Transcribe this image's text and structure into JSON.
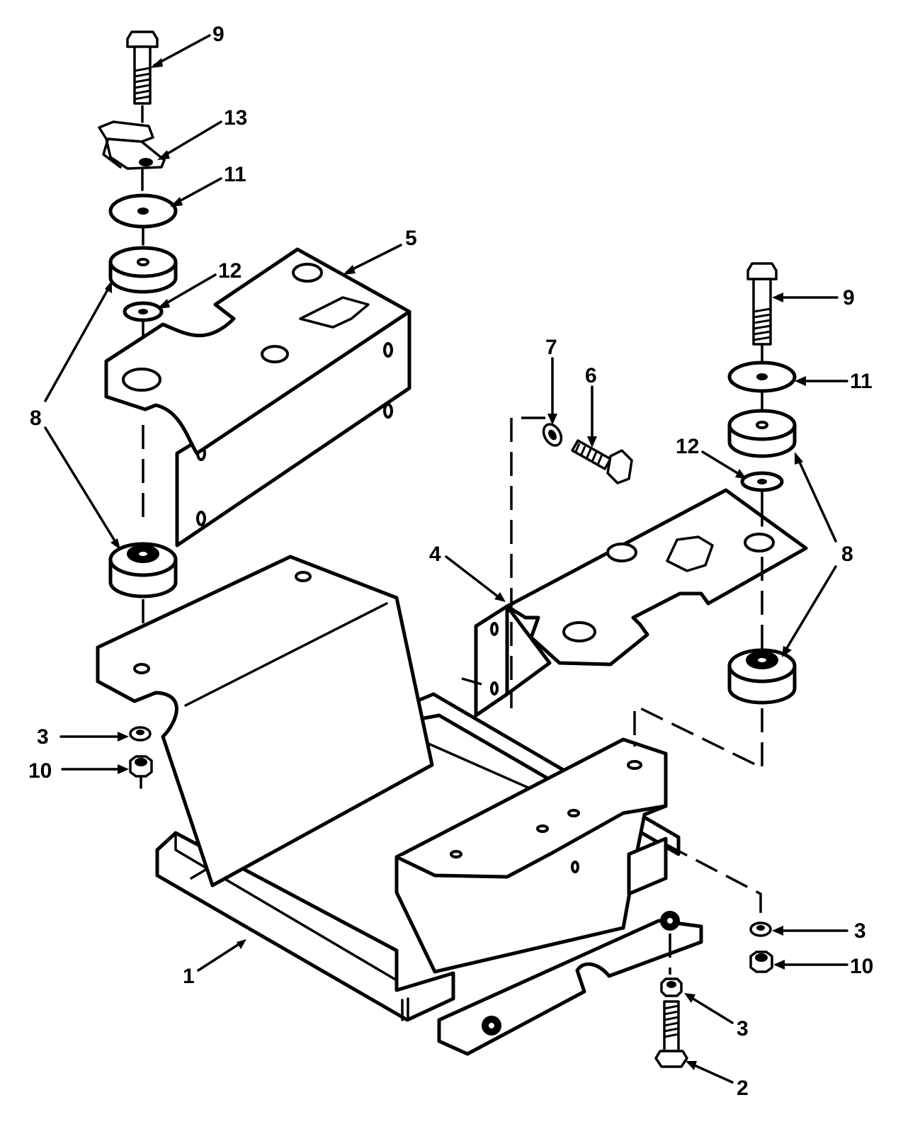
{
  "callouts": {
    "c1": "1",
    "c2": "2",
    "c3a": "3",
    "c3b": "3",
    "c3c": "3",
    "c4": "4",
    "c5": "5",
    "c6": "6",
    "c7": "7",
    "c8a": "8",
    "c8b": "8",
    "c9a": "9",
    "c9b": "9",
    "c10a": "10",
    "c10b": "10",
    "c11a": "11",
    "c11b": "11",
    "c12a": "12",
    "c12b": "12",
    "c13": "13"
  }
}
